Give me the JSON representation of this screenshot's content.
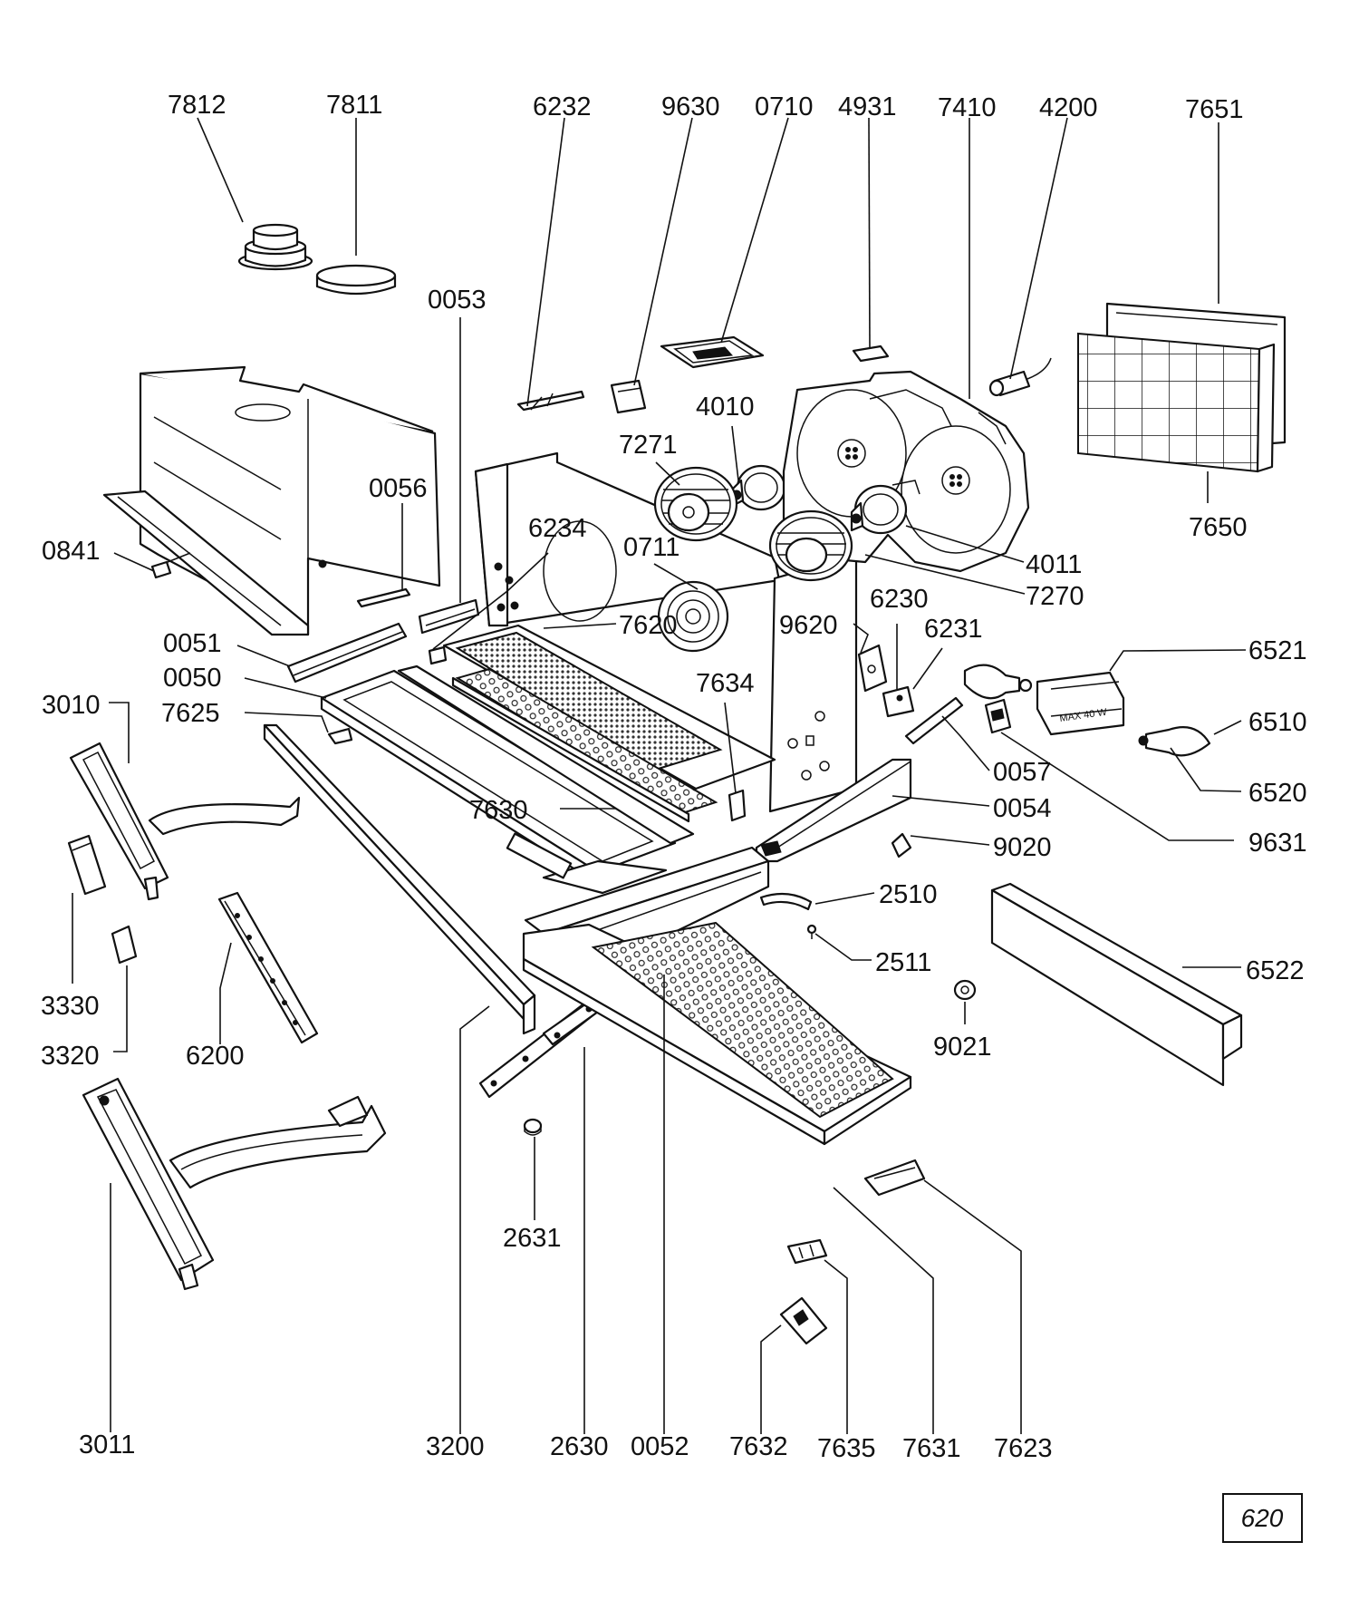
{
  "parts": {
    "p7812": "7812",
    "p7811": "7811",
    "p6232": "6232",
    "p9630": "9630",
    "p0710": "0710",
    "p4931": "4931",
    "p7410": "7410",
    "p4200": "4200",
    "p7651": "7651",
    "p0053": "0053",
    "p4010": "4010",
    "p7271": "7271",
    "p0056": "0056",
    "p7650": "7650",
    "p6234": "6234",
    "p0711": "0711",
    "p4011": "4011",
    "p0841": "0841",
    "p7270": "7270",
    "p6230": "6230",
    "p9620": "9620",
    "p7620": "7620",
    "p6231": "6231",
    "p0051": "0051",
    "p6521": "6521",
    "p0050": "0050",
    "p7634": "7634",
    "p3010": "3010",
    "p7625": "7625",
    "p6510": "6510",
    "p0057": "0057",
    "p0054": "0054",
    "p6520": "6520",
    "p7630": "7630",
    "p9631": "9631",
    "p9020": "9020",
    "p2510": "2510",
    "p2511": "2511",
    "p6522": "6522",
    "p3330": "3330",
    "p9021": "9021",
    "p3320": "3320",
    "p6200": "6200",
    "p2631": "2631",
    "p3011": "3011",
    "p3200": "3200",
    "p2630": "2630",
    "p0052": "0052",
    "p7632": "7632",
    "p7635": "7635",
    "p7631": "7631",
    "p7623": "7623"
  },
  "lamp_marking": "MAX 40 W",
  "page_number": "620"
}
